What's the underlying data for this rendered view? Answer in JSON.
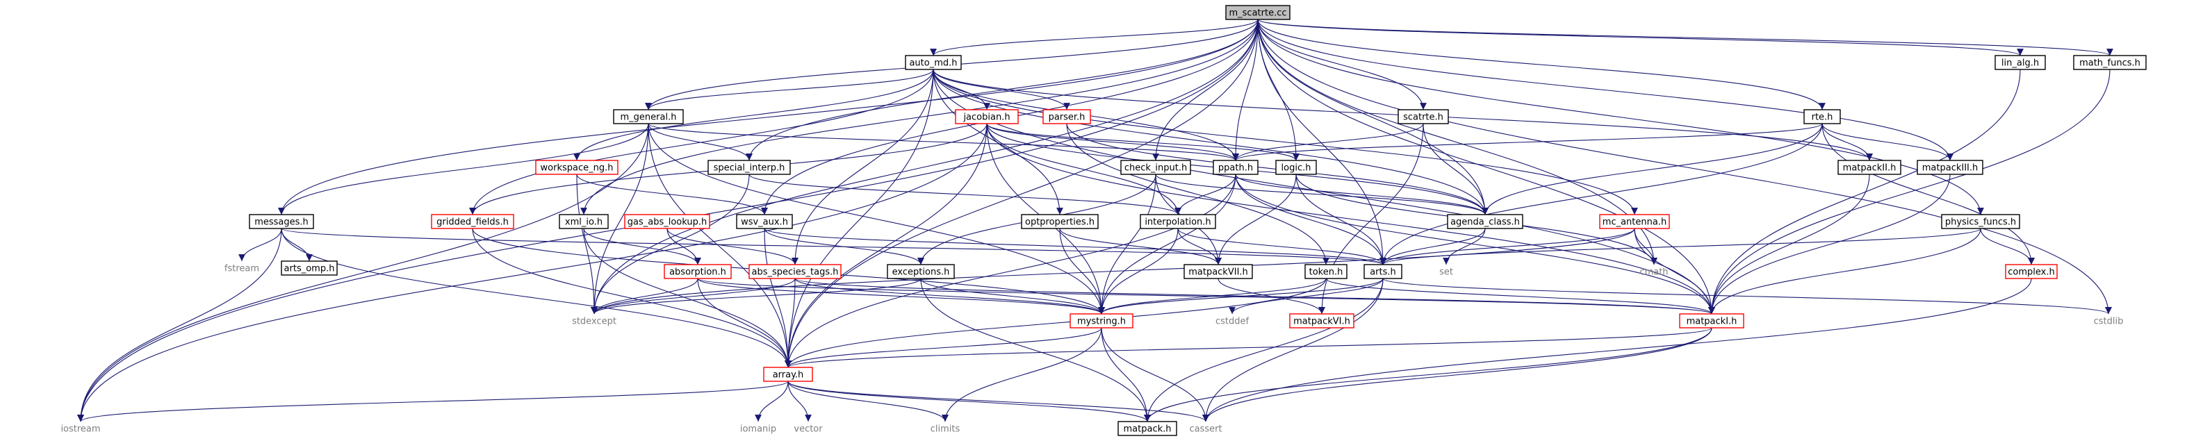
{
  "graph": {
    "edge_color": "#191970",
    "incomplete_border_color": "#ff0000",
    "root_fill": "#bfbfbf",
    "system_text_color": "#7f7f7f",
    "nodes": [
      {
        "id": "m_scatrte",
        "label": "m_scatrte.cc",
        "kind": "root"
      },
      {
        "id": "auto_md",
        "label": "auto_md.h",
        "kind": "normal"
      },
      {
        "id": "m_general",
        "label": "m_general.h",
        "kind": "normal"
      },
      {
        "id": "jacobian",
        "label": "jacobian.h",
        "kind": "red"
      },
      {
        "id": "parser",
        "label": "parser.h",
        "kind": "red"
      },
      {
        "id": "scatrte",
        "label": "scatrte.h",
        "kind": "normal"
      },
      {
        "id": "rte",
        "label": "rte.h",
        "kind": "normal"
      },
      {
        "id": "lin_alg",
        "label": "lin_alg.h",
        "kind": "normal"
      },
      {
        "id": "math_funcs",
        "label": "math_funcs.h",
        "kind": "normal"
      },
      {
        "id": "workspace_ng",
        "label": "workspace_ng.h",
        "kind": "red"
      },
      {
        "id": "special_interp",
        "label": "special_interp.h",
        "kind": "normal"
      },
      {
        "id": "check_input",
        "label": "check_input.h",
        "kind": "normal"
      },
      {
        "id": "ppath",
        "label": "ppath.h",
        "kind": "normal"
      },
      {
        "id": "logic",
        "label": "logic.h",
        "kind": "normal"
      },
      {
        "id": "matpackII",
        "label": "matpackII.h",
        "kind": "normal"
      },
      {
        "id": "matpackIII",
        "label": "matpackIII.h",
        "kind": "normal"
      },
      {
        "id": "messages",
        "label": "messages.h",
        "kind": "normal"
      },
      {
        "id": "gridded_fields",
        "label": "gridded_fields.h",
        "kind": "red"
      },
      {
        "id": "xml_io",
        "label": "xml_io.h",
        "kind": "normal"
      },
      {
        "id": "gas_abs_lookup",
        "label": "gas_abs_lookup.h",
        "kind": "red"
      },
      {
        "id": "wsv_aux",
        "label": "wsv_aux.h",
        "kind": "normal"
      },
      {
        "id": "optproperties",
        "label": "optproperties.h",
        "kind": "normal"
      },
      {
        "id": "interpolation",
        "label": "interpolation.h",
        "kind": "normal"
      },
      {
        "id": "agenda_class",
        "label": "agenda_class.h",
        "kind": "normal"
      },
      {
        "id": "mc_antenna",
        "label": "mc_antenna.h",
        "kind": "red"
      },
      {
        "id": "physics_funcs",
        "label": "physics_funcs.h",
        "kind": "normal"
      },
      {
        "id": "fstream",
        "label": "fstream",
        "kind": "plain"
      },
      {
        "id": "arts_omp",
        "label": "arts_omp.h",
        "kind": "normal"
      },
      {
        "id": "absorption",
        "label": "absorption.h",
        "kind": "red"
      },
      {
        "id": "abs_species_tags",
        "label": "abs_species_tags.h",
        "kind": "red"
      },
      {
        "id": "exceptions",
        "label": "exceptions.h",
        "kind": "normal"
      },
      {
        "id": "matpackVII",
        "label": "matpackVII.h",
        "kind": "normal"
      },
      {
        "id": "token",
        "label": "token.h",
        "kind": "normal"
      },
      {
        "id": "arts",
        "label": "arts.h",
        "kind": "normal"
      },
      {
        "id": "set",
        "label": "set",
        "kind": "plain"
      },
      {
        "id": "cmath",
        "label": "cmath",
        "kind": "plain"
      },
      {
        "id": "complex",
        "label": "complex.h",
        "kind": "red"
      },
      {
        "id": "stdexcept",
        "label": "stdexcept",
        "kind": "plain"
      },
      {
        "id": "mystring",
        "label": "mystring.h",
        "kind": "red"
      },
      {
        "id": "cstddef",
        "label": "cstddef",
        "kind": "plain"
      },
      {
        "id": "matpackVI",
        "label": "matpackVI.h",
        "kind": "red"
      },
      {
        "id": "matpackI",
        "label": "matpackI.h",
        "kind": "red"
      },
      {
        "id": "cstdlib",
        "label": "cstdlib",
        "kind": "plain"
      },
      {
        "id": "array",
        "label": "array.h",
        "kind": "red"
      },
      {
        "id": "iostream",
        "label": "iostream",
        "kind": "plain"
      },
      {
        "id": "iomanip",
        "label": "iomanip",
        "kind": "plain"
      },
      {
        "id": "vector",
        "label": "vector",
        "kind": "plain"
      },
      {
        "id": "climits",
        "label": "climits",
        "kind": "plain"
      },
      {
        "id": "matpack",
        "label": "matpack.h",
        "kind": "normal"
      },
      {
        "id": "cassert",
        "label": "cassert",
        "kind": "plain"
      }
    ],
    "edges": [
      [
        "m_scatrte",
        "auto_md"
      ],
      [
        "m_scatrte",
        "m_general"
      ],
      [
        "m_scatrte",
        "scatrte"
      ],
      [
        "m_scatrte",
        "rte"
      ],
      [
        "m_scatrte",
        "lin_alg"
      ],
      [
        "m_scatrte",
        "math_funcs"
      ],
      [
        "m_scatrte",
        "special_interp"
      ],
      [
        "m_scatrte",
        "check_input"
      ],
      [
        "m_scatrte",
        "ppath"
      ],
      [
        "m_scatrte",
        "logic"
      ],
      [
        "m_scatrte",
        "messages"
      ],
      [
        "m_scatrte",
        "xml_io"
      ],
      [
        "m_scatrte",
        "wsv_aux"
      ],
      [
        "m_scatrte",
        "agenda_class"
      ],
      [
        "m_scatrte",
        "physics_funcs"
      ],
      [
        "m_scatrte",
        "arts"
      ],
      [
        "m_scatrte",
        "matpackI"
      ],
      [
        "m_scatrte",
        "array"
      ],
      [
        "m_scatrte",
        "iostream"
      ],
      [
        "m_scatrte",
        "stdexcept"
      ],
      [
        "m_scatrte",
        "cstdlib"
      ],
      [
        "m_scatrte",
        "cmath"
      ],
      [
        "m_scatrte",
        "matpackIII"
      ],
      [
        "auto_md",
        "m_general"
      ],
      [
        "auto_md",
        "jacobian"
      ],
      [
        "auto_md",
        "parser"
      ],
      [
        "auto_md",
        "workspace_ng"
      ],
      [
        "auto_md",
        "gridded_fields"
      ],
      [
        "auto_md",
        "optproperties"
      ],
      [
        "auto_md",
        "abs_species_tags"
      ],
      [
        "auto_md",
        "agenda_class"
      ],
      [
        "auto_md",
        "mc_antenna"
      ],
      [
        "auto_md",
        "matpackII"
      ],
      [
        "auto_md",
        "ppath"
      ],
      [
        "auto_md",
        "matpackI"
      ],
      [
        "auto_md",
        "array"
      ],
      [
        "m_general",
        "messages"
      ],
      [
        "m_general",
        "special_interp"
      ],
      [
        "m_general",
        "ppath"
      ],
      [
        "m_general",
        "iostream"
      ],
      [
        "m_general",
        "stdexcept"
      ],
      [
        "m_general",
        "mystring"
      ],
      [
        "m_general",
        "array"
      ],
      [
        "jacobian",
        "array"
      ],
      [
        "jacobian",
        "interpolation"
      ],
      [
        "jacobian",
        "logic"
      ],
      [
        "jacobian",
        "matpackI"
      ],
      [
        "jacobian",
        "mystring"
      ],
      [
        "jacobian",
        "ppath"
      ],
      [
        "jacobian",
        "agenda_class"
      ],
      [
        "jacobian",
        "gridded_fields"
      ],
      [
        "jacobian",
        "iostream"
      ],
      [
        "parser",
        "token"
      ],
      [
        "parser",
        "agenda_class"
      ],
      [
        "scatrte",
        "agenda_class"
      ],
      [
        "scatrte",
        "matpackVI"
      ],
      [
        "scatrte",
        "ppath"
      ],
      [
        "rte",
        "agenda_class"
      ],
      [
        "rte",
        "arts"
      ],
      [
        "rte",
        "complex"
      ],
      [
        "rte",
        "ppath"
      ],
      [
        "rte",
        "matpackII"
      ],
      [
        "rte",
        "matpackIII"
      ],
      [
        "lin_alg",
        "matpackI"
      ],
      [
        "math_funcs",
        "matpackI"
      ],
      [
        "workspace_ng",
        "wsv_aux"
      ],
      [
        "workspace_ng",
        "stdexcept"
      ],
      [
        "special_interp",
        "interpolation"
      ],
      [
        "special_interp",
        "stdexcept"
      ],
      [
        "check_input",
        "exceptions"
      ],
      [
        "check_input",
        "matpackVII"
      ],
      [
        "check_input",
        "mystring"
      ],
      [
        "check_input",
        "agenda_class"
      ],
      [
        "ppath",
        "agenda_class"
      ],
      [
        "ppath",
        "array"
      ],
      [
        "ppath",
        "interpolation"
      ],
      [
        "ppath",
        "mystring"
      ],
      [
        "ppath",
        "arts"
      ],
      [
        "ppath",
        "matpackI"
      ],
      [
        "logic",
        "arts"
      ],
      [
        "logic",
        "matpackVII"
      ],
      [
        "logic",
        "cmath"
      ],
      [
        "matpackII",
        "matpackI"
      ],
      [
        "matpackIII",
        "matpackI"
      ],
      [
        "messages",
        "fstream"
      ],
      [
        "messages",
        "arts_omp"
      ],
      [
        "messages",
        "arts"
      ],
      [
        "messages",
        "iostream"
      ],
      [
        "messages",
        "array"
      ],
      [
        "gridded_fields",
        "array"
      ],
      [
        "gridded_fields",
        "mystring"
      ],
      [
        "xml_io",
        "absorption"
      ],
      [
        "xml_io",
        "array"
      ],
      [
        "gas_abs_lookup",
        "absorption"
      ],
      [
        "gas_abs_lookup",
        "abs_species_tags"
      ],
      [
        "wsv_aux",
        "arts"
      ],
      [
        "wsv_aux",
        "exceptions"
      ],
      [
        "wsv_aux",
        "array"
      ],
      [
        "optproperties",
        "matpackVII"
      ],
      [
        "optproperties",
        "mystring"
      ],
      [
        "interpolation",
        "arts"
      ],
      [
        "interpolation",
        "matpackVII"
      ],
      [
        "interpolation",
        "mystring"
      ],
      [
        "agenda_class",
        "arts"
      ],
      [
        "agenda_class",
        "set"
      ],
      [
        "mc_antenna",
        "arts"
      ],
      [
        "mc_antenna",
        "matpackI"
      ],
      [
        "mc_antenna",
        "cmath"
      ],
      [
        "mc_antenna",
        "stdexcept"
      ],
      [
        "physics_funcs",
        "arts"
      ],
      [
        "physics_funcs",
        "complex"
      ],
      [
        "physics_funcs",
        "matpackI"
      ],
      [
        "absorption",
        "stdexcept"
      ],
      [
        "absorption",
        "mystring"
      ],
      [
        "absorption",
        "array"
      ],
      [
        "absorption",
        "matpackI"
      ],
      [
        "abs_species_tags",
        "array"
      ],
      [
        "abs_species_tags",
        "mystring"
      ],
      [
        "abs_species_tags",
        "matpackI"
      ],
      [
        "abs_species_tags",
        "stdexcept"
      ],
      [
        "exceptions",
        "stdexcept"
      ],
      [
        "exceptions",
        "mystring"
      ],
      [
        "exceptions",
        "matpack"
      ],
      [
        "matpackVII",
        "matpackVI"
      ],
      [
        "token",
        "mystring"
      ],
      [
        "token",
        "array"
      ],
      [
        "token",
        "matpackI"
      ],
      [
        "arts",
        "cstddef"
      ],
      [
        "arts",
        "mystring"
      ],
      [
        "arts",
        "matpack"
      ],
      [
        "arts",
        "cassert"
      ],
      [
        "arts",
        "cstdlib"
      ],
      [
        "complex",
        "cassert"
      ],
      [
        "mystring",
        "climits"
      ],
      [
        "mystring",
        "matpack"
      ],
      [
        "mystring",
        "cassert"
      ],
      [
        "mystring",
        "array"
      ],
      [
        "matpackI",
        "array"
      ],
      [
        "matpackI",
        "matpack"
      ],
      [
        "matpackI",
        "cassert"
      ],
      [
        "array",
        "iostream"
      ],
      [
        "array",
        "iomanip"
      ],
      [
        "array",
        "vector"
      ],
      [
        "array",
        "climits"
      ],
      [
        "array",
        "matpack"
      ],
      [
        "array",
        "cassert"
      ]
    ]
  }
}
